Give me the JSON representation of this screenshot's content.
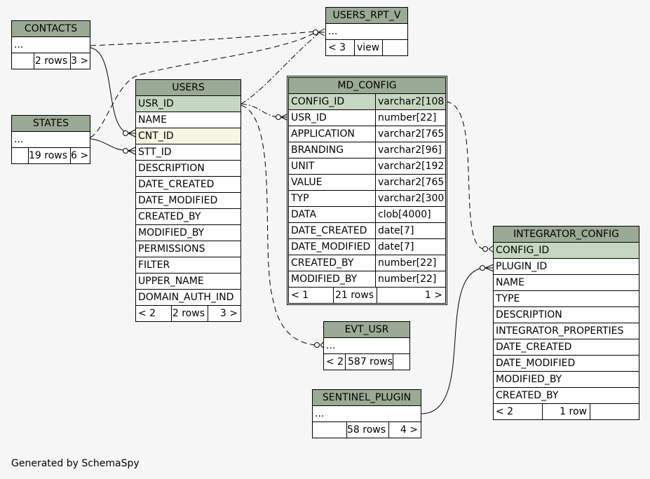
{
  "tables": {
    "contacts": {
      "name": "CONTACTS",
      "dots": "...",
      "rows": "2 rows",
      "next": "3 >"
    },
    "states": {
      "name": "STATES",
      "dots": "...",
      "rows": "19 rows",
      "next": "6 >"
    },
    "users_rpt_v": {
      "name": "USERS_RPT_V",
      "dots": "...",
      "prev": "< 3",
      "kind": "view"
    },
    "users": {
      "name": "USERS",
      "columns": [
        "USR_ID",
        "NAME",
        "CNT_ID",
        "STT_ID",
        "DESCRIPTION",
        "DATE_CREATED",
        "DATE_MODIFIED",
        "CREATED_BY",
        "MODIFIED_BY",
        "PERMISSIONS",
        "FILTER",
        "UPPER_NAME",
        "DOMAIN_AUTH_IND"
      ],
      "prev": "< 2",
      "rows": "2 rows",
      "next": "3 >"
    },
    "md_config": {
      "name": "MD_CONFIG",
      "columns": [
        {
          "name": "CONFIG_ID",
          "type": "varchar2[108]"
        },
        {
          "name": "USR_ID",
          "type": "number[22]"
        },
        {
          "name": "APPLICATION",
          "type": "varchar2[765]"
        },
        {
          "name": "BRANDING",
          "type": "varchar2[96]"
        },
        {
          "name": "UNIT",
          "type": "varchar2[192]"
        },
        {
          "name": "VALUE",
          "type": "varchar2[765]"
        },
        {
          "name": "TYP",
          "type": "varchar2[300]"
        },
        {
          "name": "DATA",
          "type": "clob[4000]"
        },
        {
          "name": "DATE_CREATED",
          "type": "date[7]"
        },
        {
          "name": "DATE_MODIFIED",
          "type": "date[7]"
        },
        {
          "name": "CREATED_BY",
          "type": "number[22]"
        },
        {
          "name": "MODIFIED_BY",
          "type": "number[22]"
        }
      ],
      "prev": "< 1",
      "rows": "21 rows",
      "next": "1 >"
    },
    "evt_usr": {
      "name": "EVT_USR",
      "dots": "...",
      "prev": "< 2",
      "rows": "587 rows"
    },
    "integrator_config": {
      "name": "INTEGRATOR_CONFIG",
      "columns": [
        "CONFIG_ID",
        "PLUGIN_ID",
        "NAME",
        "TYPE",
        "DESCRIPTION",
        "INTEGRATOR_PROPERTIES",
        "DATE_CREATED",
        "DATE_MODIFIED",
        "MODIFIED_BY",
        "CREATED_BY"
      ],
      "prev": "< 2",
      "rows": "1 row"
    },
    "sentinel_plugin": {
      "name": "SENTINEL_PLUGIN",
      "dots": "...",
      "rows": "58 rows",
      "next": "4 >"
    }
  },
  "footer": "Generated by SchemaSpy"
}
